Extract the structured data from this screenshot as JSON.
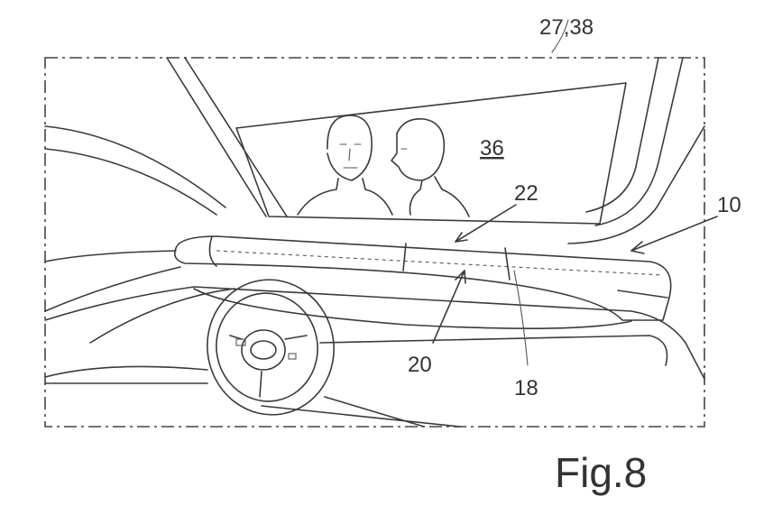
{
  "figure": {
    "caption": "Fig.8",
    "labels": {
      "frame": "27,38",
      "screen": "36",
      "dash_display": "10",
      "upper_band": "22",
      "lower_band": "20",
      "divider": "18"
    }
  }
}
